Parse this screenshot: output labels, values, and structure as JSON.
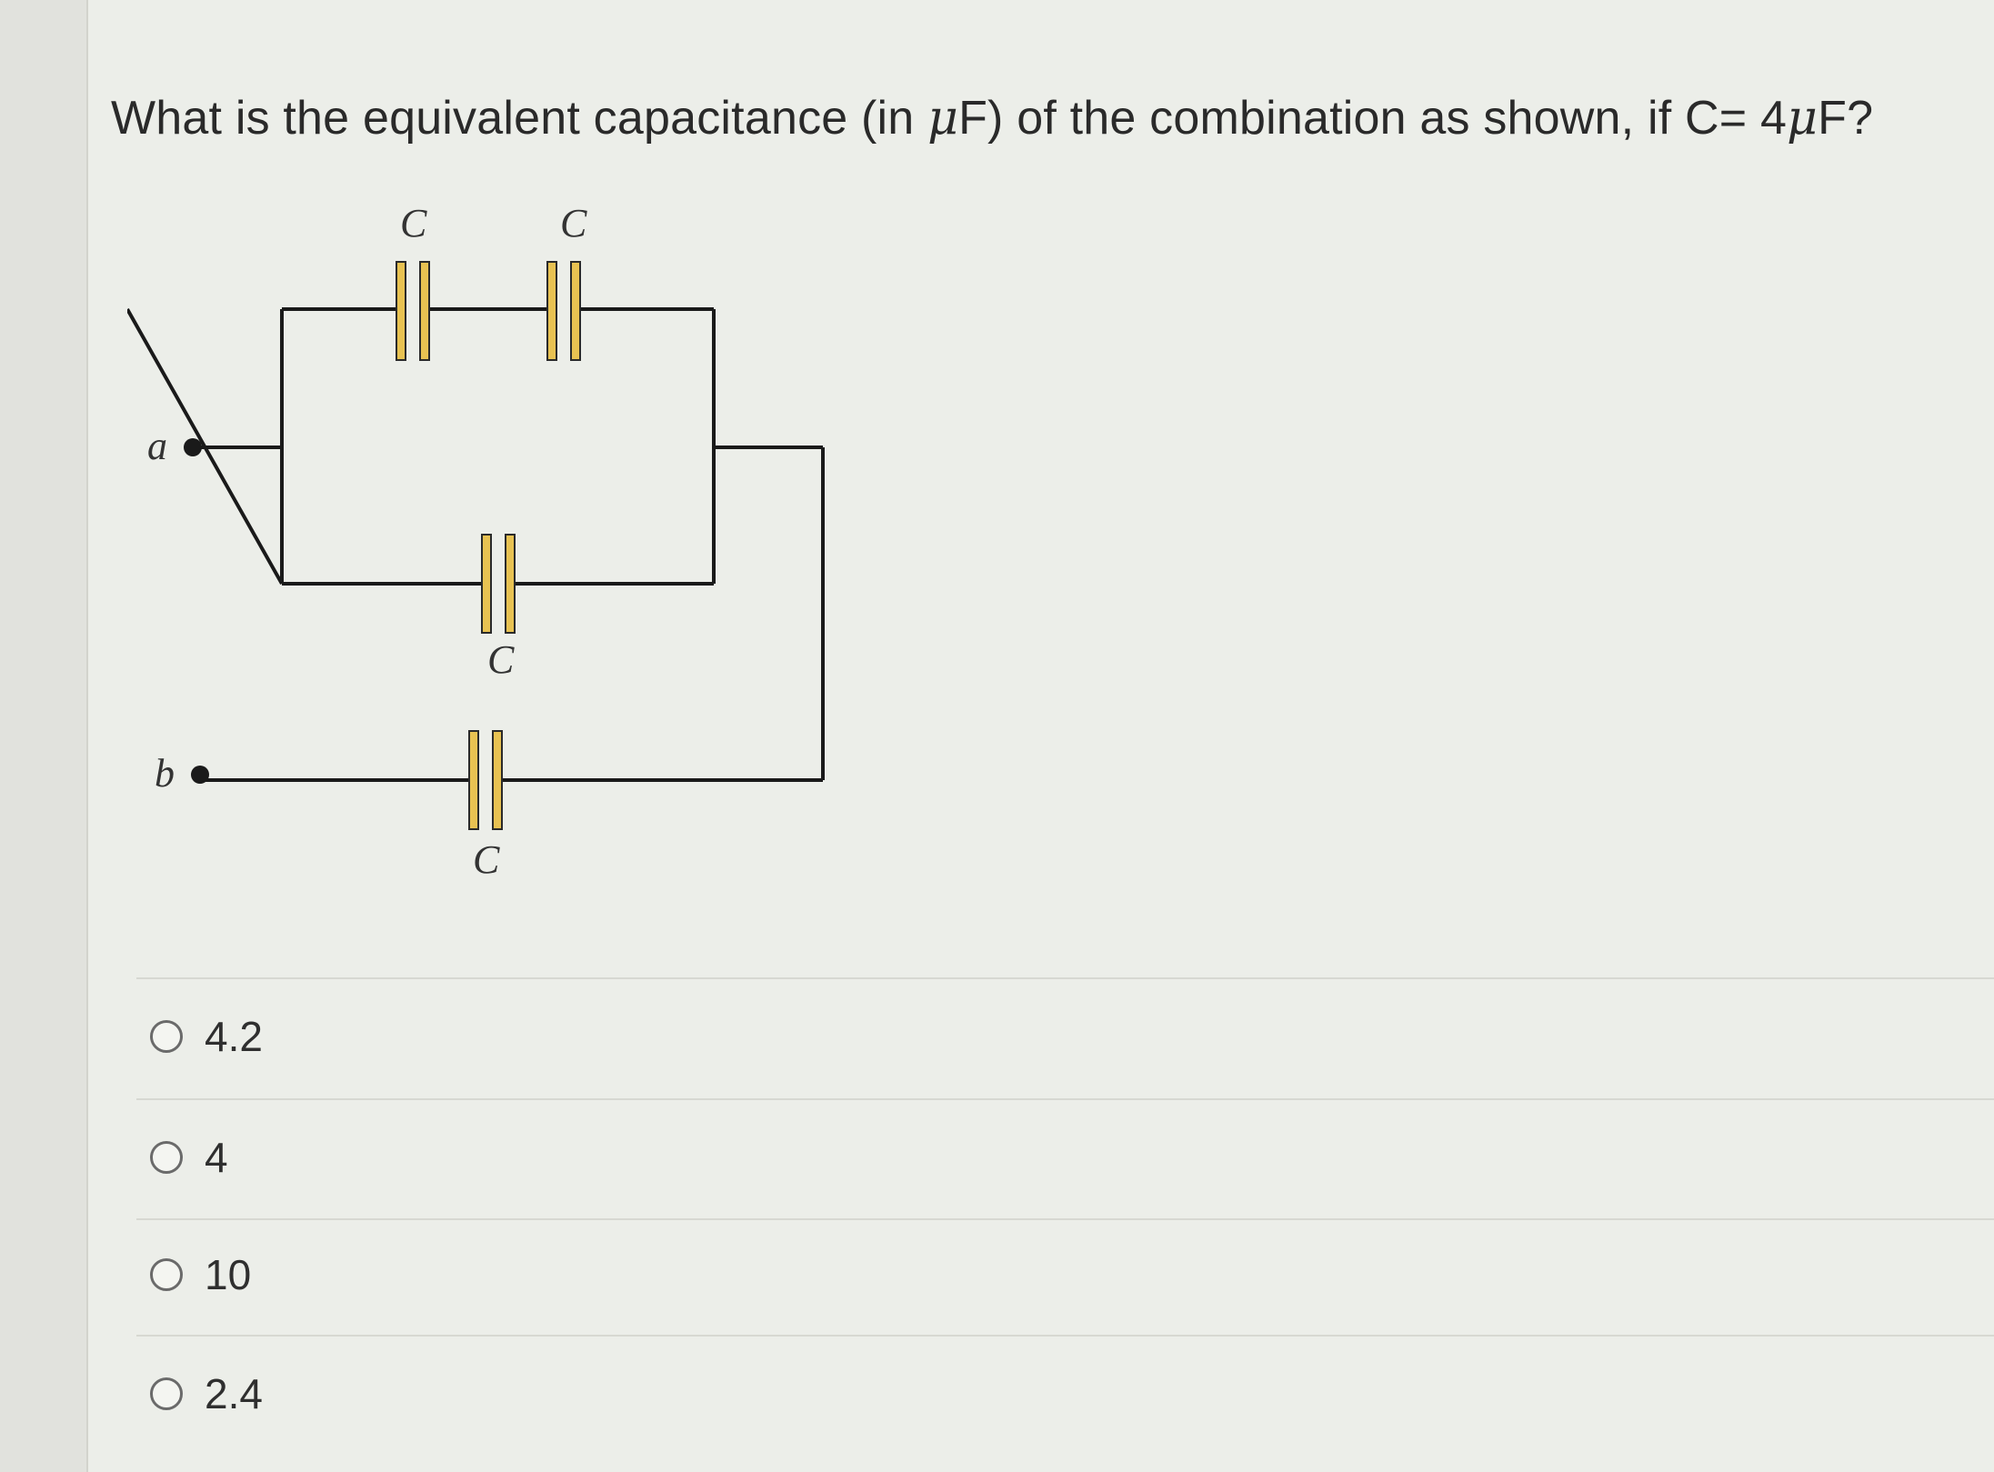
{
  "question": {
    "prefix": "What is the equivalent capacitance (in ",
    "mu": "μ",
    "suffix": "F) of the combination as shown, if C= 4",
    "mu2": "μ",
    "end": "F?"
  },
  "diagram": {
    "terminal_a": "a",
    "terminal_b": "b",
    "cap_top_left": "C",
    "cap_top_right": "C",
    "cap_middle": "C",
    "cap_bottom": "C",
    "colors": {
      "wire": "#1a1a1a",
      "plate_fill": "#e8c252",
      "plate_line": "#2a2a2a"
    }
  },
  "options": [
    {
      "label": "4.2"
    },
    {
      "label": "4"
    },
    {
      "label": "10"
    },
    {
      "label": "2.4"
    }
  ]
}
